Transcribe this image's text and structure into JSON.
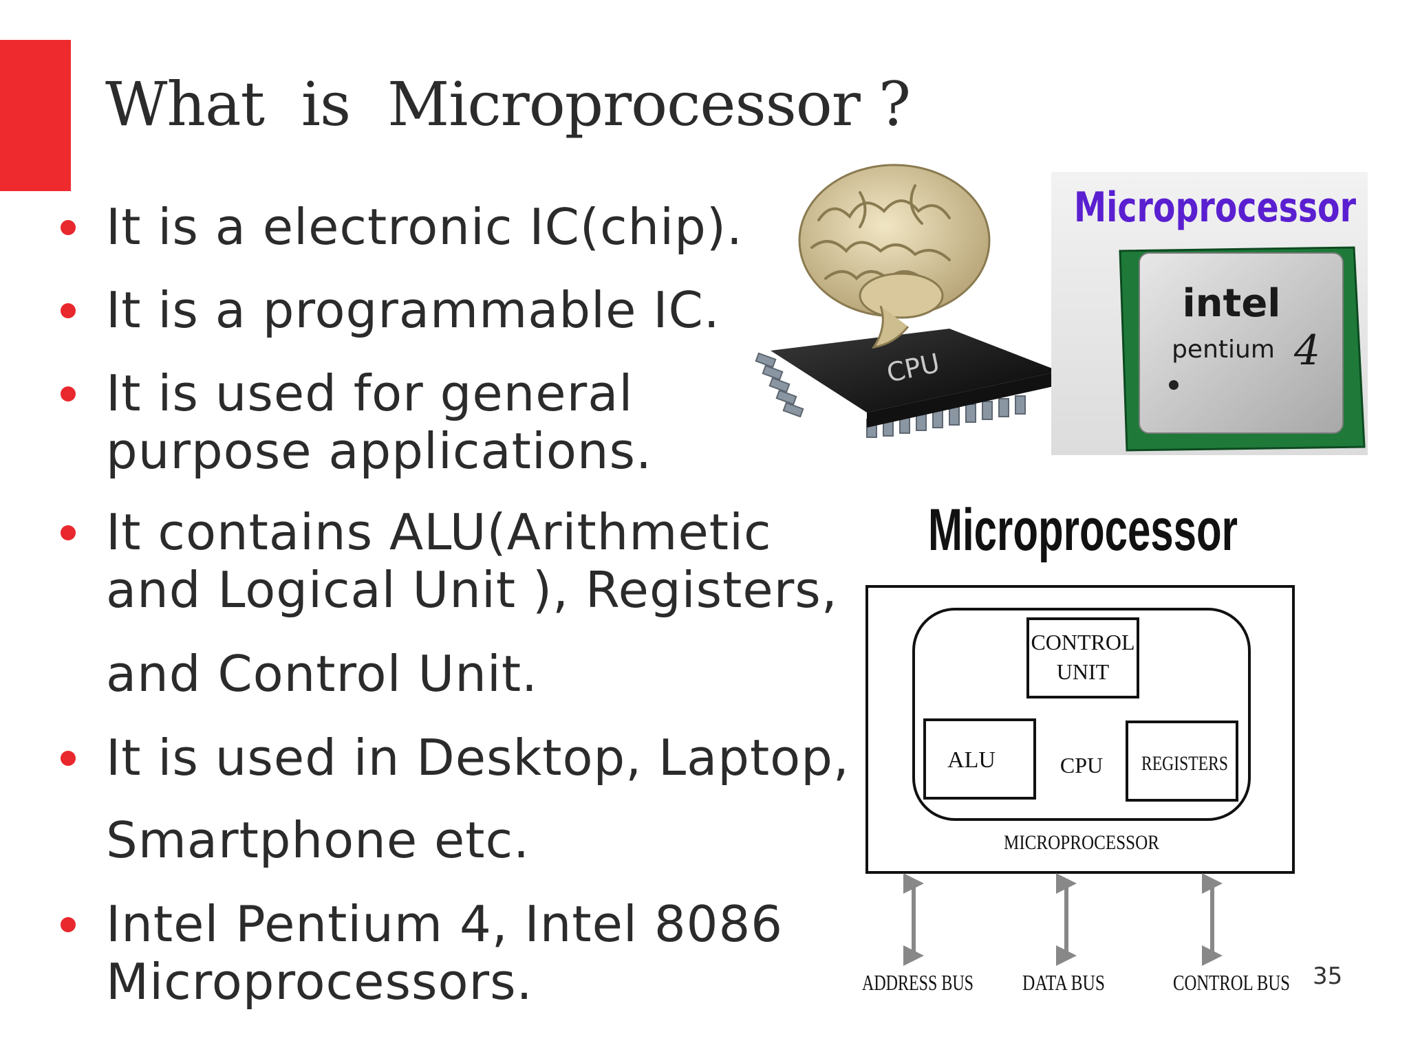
{
  "slide": {
    "title": "What  is  Microprocessor ?",
    "page_number": "35"
  },
  "bullets": [
    {
      "lines": [
        "It is a electronic IC(chip)."
      ]
    },
    {
      "lines": [
        "It is a programmable IC."
      ]
    },
    {
      "lines": [
        "It is used for general",
        "purpose applications."
      ]
    },
    {
      "lines": [
        "It contains ALU(Arithmetic",
        "and Logical Unit ), Registers,",
        "and Control Unit."
      ]
    },
    {
      "lines": [
        "It is used in Desktop, Laptop,",
        "Smartphone etc."
      ]
    },
    {
      "lines": [
        "Intel Pentium 4, Intel 8086",
        "Microprocessors."
      ]
    }
  ],
  "images": {
    "cpu_chip_label": "CPU",
    "intel_box": {
      "heading": "Microprocessor",
      "brand": "intel",
      "model": "pentium",
      "model_number": "4"
    },
    "diagram": {
      "heading": "Microprocessor",
      "control_unit": [
        "CONTROL",
        "UNIT"
      ],
      "alu": "ALU",
      "cpu": "CPU",
      "registers": "REGISTERS",
      "outer_label": "MICROPROCESSOR",
      "buses": [
        "ADDRESS BUS",
        "DATA BUS",
        "CONTROL BUS"
      ]
    }
  },
  "colors": {
    "accent": "#ee2a2f",
    "bullet": "#e8282d",
    "text": "#2b2b2b",
    "intel_heading": "#5a1fd0",
    "chip_green": "#1f7a3a"
  }
}
